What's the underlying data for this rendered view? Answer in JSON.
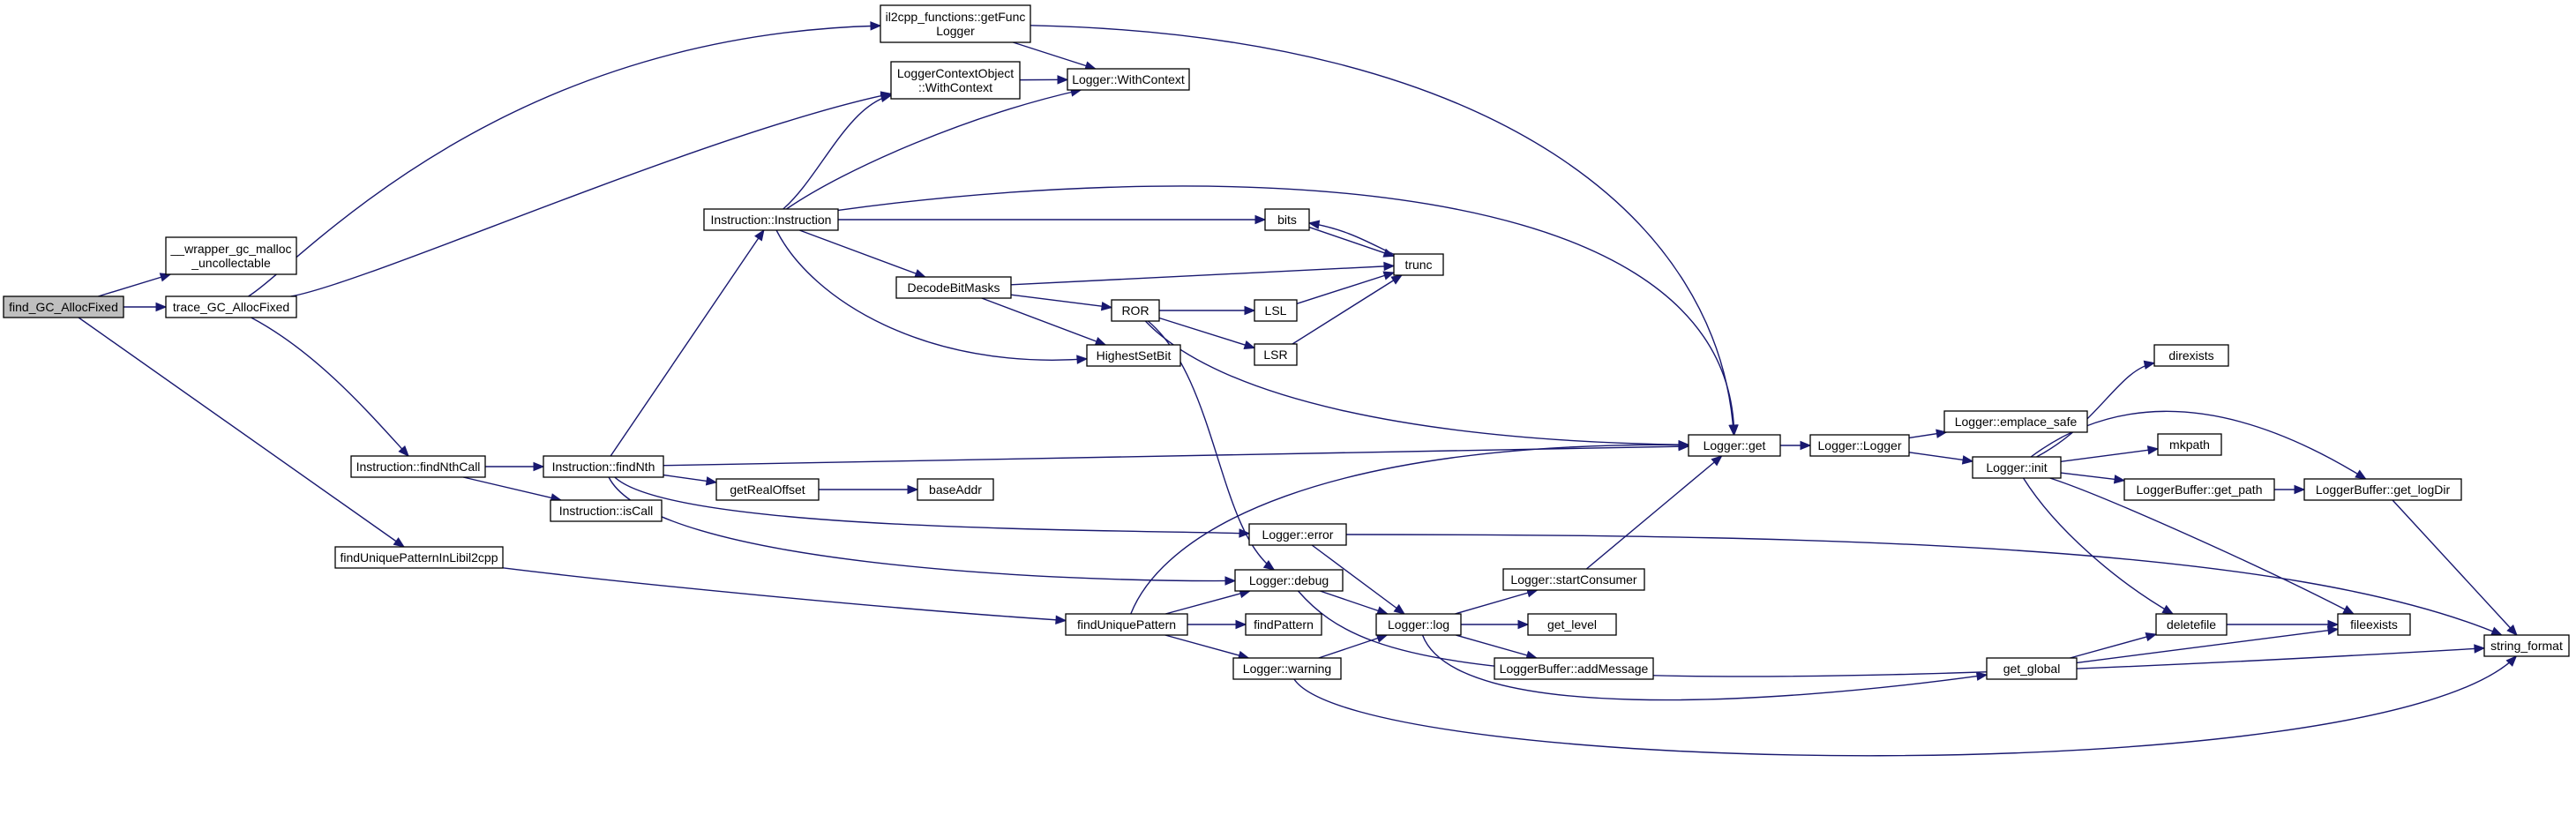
{
  "nodes": [
    {
      "id": "find_gc",
      "lines": [
        "find_GC_AllocFixed"
      ],
      "root": true
    },
    {
      "id": "wrapper",
      "lines": [
        "__wrapper_gc_malloc",
        "_uncollectable"
      ]
    },
    {
      "id": "trace",
      "lines": [
        "trace_GC_AllocFixed"
      ]
    },
    {
      "id": "il2cpp_getfunc",
      "lines": [
        "il2cpp_functions::getFunc",
        "Logger"
      ]
    },
    {
      "id": "lco_withcontext",
      "lines": [
        "LoggerContextObject",
        "::WithContext"
      ]
    },
    {
      "id": "logger_withcontext",
      "lines": [
        "Logger::WithContext"
      ]
    },
    {
      "id": "instr_ctor",
      "lines": [
        "Instruction::Instruction"
      ]
    },
    {
      "id": "bits",
      "lines": [
        "bits"
      ]
    },
    {
      "id": "trunc",
      "lines": [
        "trunc"
      ]
    },
    {
      "id": "decodebitmasks",
      "lines": [
        "DecodeBitMasks"
      ]
    },
    {
      "id": "ror",
      "lines": [
        "ROR"
      ]
    },
    {
      "id": "lsl",
      "lines": [
        "LSL"
      ]
    },
    {
      "id": "lsr",
      "lines": [
        "LSR"
      ]
    },
    {
      "id": "highestsetbit",
      "lines": [
        "HighestSetBit"
      ]
    },
    {
      "id": "findnthcall",
      "lines": [
        "Instruction::findNthCall"
      ]
    },
    {
      "id": "findnth",
      "lines": [
        "Instruction::findNth"
      ]
    },
    {
      "id": "iscall",
      "lines": [
        "Instruction::isCall"
      ]
    },
    {
      "id": "getrealoffset",
      "lines": [
        "getRealOffset"
      ]
    },
    {
      "id": "baseaddr",
      "lines": [
        "baseAddr"
      ]
    },
    {
      "id": "findunique_lib",
      "lines": [
        "findUniquePatternInLibil2cpp"
      ]
    },
    {
      "id": "finduniquepattern",
      "lines": [
        "findUniquePattern"
      ]
    },
    {
      "id": "findpattern",
      "lines": [
        "findPattern"
      ]
    },
    {
      "id": "logger_error",
      "lines": [
        "Logger::error"
      ]
    },
    {
      "id": "logger_debug",
      "lines": [
        "Logger::debug"
      ]
    },
    {
      "id": "logger_warning",
      "lines": [
        "Logger::warning"
      ]
    },
    {
      "id": "logger_log",
      "lines": [
        "Logger::log"
      ]
    },
    {
      "id": "startconsumer",
      "lines": [
        "Logger::startConsumer"
      ]
    },
    {
      "id": "get_level",
      "lines": [
        "get_level"
      ]
    },
    {
      "id": "addmessage",
      "lines": [
        "LoggerBuffer::addMessage"
      ]
    },
    {
      "id": "logger_get",
      "lines": [
        "Logger::get"
      ]
    },
    {
      "id": "logger_logger",
      "lines": [
        "Logger::Logger"
      ]
    },
    {
      "id": "emplace_safe",
      "lines": [
        "Logger::emplace_safe"
      ]
    },
    {
      "id": "logger_init",
      "lines": [
        "Logger::init"
      ]
    },
    {
      "id": "direxists",
      "lines": [
        "direxists"
      ]
    },
    {
      "id": "mkpath",
      "lines": [
        "mkpath"
      ]
    },
    {
      "id": "lb_get_path",
      "lines": [
        "LoggerBuffer::get_path"
      ]
    },
    {
      "id": "lb_get_logdir",
      "lines": [
        "LoggerBuffer::get_logDir"
      ]
    },
    {
      "id": "deletefile",
      "lines": [
        "deletefile"
      ]
    },
    {
      "id": "fileexists",
      "lines": [
        "fileexists"
      ]
    },
    {
      "id": "get_global",
      "lines": [
        "get_global"
      ]
    },
    {
      "id": "string_format",
      "lines": [
        "string_format"
      ]
    }
  ],
  "edges": [
    [
      "find_gc",
      "wrapper"
    ],
    [
      "find_gc",
      "trace"
    ],
    [
      "find_gc",
      "findunique_lib"
    ],
    [
      "trace",
      "il2cpp_getfunc"
    ],
    [
      "trace",
      "lco_withcontext"
    ],
    [
      "trace",
      "findnthcall"
    ],
    [
      "il2cpp_getfunc",
      "logger_withcontext"
    ],
    [
      "il2cpp_getfunc",
      "logger_get"
    ],
    [
      "lco_withcontext",
      "logger_withcontext"
    ],
    [
      "instr_ctor",
      "lco_withcontext"
    ],
    [
      "instr_ctor",
      "logger_withcontext"
    ],
    [
      "instr_ctor",
      "logger_get"
    ],
    [
      "instr_ctor",
      "bits"
    ],
    [
      "instr_ctor",
      "decodebitmasks"
    ],
    [
      "instr_ctor",
      "highestsetbit"
    ],
    [
      "bits",
      "trunc"
    ],
    [
      "trunc",
      "bits"
    ],
    [
      "decodebitmasks",
      "trunc"
    ],
    [
      "decodebitmasks",
      "ror"
    ],
    [
      "decodebitmasks",
      "highestsetbit"
    ],
    [
      "ror",
      "lsl"
    ],
    [
      "ror",
      "lsr"
    ],
    [
      "ror",
      "logger_get"
    ],
    [
      "ror",
      "logger_debug"
    ],
    [
      "lsl",
      "trunc"
    ],
    [
      "lsr",
      "trunc"
    ],
    [
      "findnthcall",
      "findnth"
    ],
    [
      "findnthcall",
      "iscall"
    ],
    [
      "findnth",
      "instr_ctor"
    ],
    [
      "findnth",
      "logger_get"
    ],
    [
      "findnth",
      "getrealoffset"
    ],
    [
      "findnth",
      "logger_error"
    ],
    [
      "findnth",
      "logger_debug"
    ],
    [
      "getrealoffset",
      "baseaddr"
    ],
    [
      "findunique_lib",
      "finduniquepattern"
    ],
    [
      "finduniquepattern",
      "logger_get"
    ],
    [
      "finduniquepattern",
      "logger_debug"
    ],
    [
      "finduniquepattern",
      "findpattern"
    ],
    [
      "finduniquepattern",
      "logger_warning"
    ],
    [
      "logger_error",
      "logger_log"
    ],
    [
      "logger_error",
      "string_format"
    ],
    [
      "logger_debug",
      "logger_log"
    ],
    [
      "logger_debug",
      "string_format"
    ],
    [
      "logger_warning",
      "logger_log"
    ],
    [
      "logger_warning",
      "string_format"
    ],
    [
      "logger_log",
      "startconsumer"
    ],
    [
      "logger_log",
      "get_level"
    ],
    [
      "logger_log",
      "addmessage"
    ],
    [
      "logger_log",
      "get_global"
    ],
    [
      "startconsumer",
      "logger_get"
    ],
    [
      "logger_get",
      "logger_logger"
    ],
    [
      "logger_logger",
      "emplace_safe"
    ],
    [
      "logger_logger",
      "logger_init"
    ],
    [
      "logger_init",
      "direxists"
    ],
    [
      "logger_init",
      "lb_get_logdir"
    ],
    [
      "logger_init",
      "mkpath"
    ],
    [
      "logger_init",
      "lb_get_path"
    ],
    [
      "logger_init",
      "fileexists"
    ],
    [
      "logger_init",
      "deletefile"
    ],
    [
      "lb_get_path",
      "lb_get_logdir"
    ],
    [
      "lb_get_logdir",
      "string_format"
    ],
    [
      "get_global",
      "deletefile"
    ],
    [
      "get_global",
      "fileexists"
    ],
    [
      "deletefile",
      "fileexists"
    ]
  ],
  "colors": {
    "edge": "#191970",
    "root_fill": "#bfbfbf",
    "node_fill": "#ffffff",
    "node_stroke": "#000000"
  }
}
